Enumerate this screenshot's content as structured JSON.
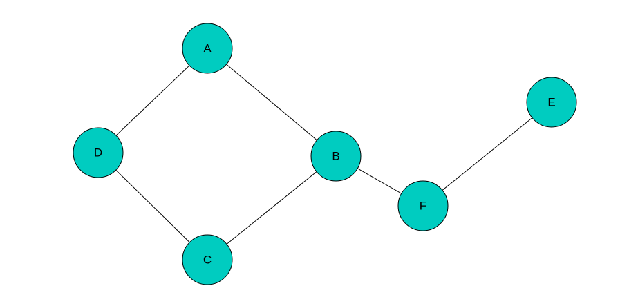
{
  "graph": {
    "node_color": "#00CCC0",
    "edge_color": "#000000",
    "nodes": [
      {
        "id": "A",
        "label": "A"
      },
      {
        "id": "B",
        "label": "B"
      },
      {
        "id": "C",
        "label": "C"
      },
      {
        "id": "D",
        "label": "D"
      },
      {
        "id": "E",
        "label": "E"
      },
      {
        "id": "F",
        "label": "F"
      }
    ],
    "edges": [
      {
        "from": "A",
        "to": "D"
      },
      {
        "from": "A",
        "to": "B"
      },
      {
        "from": "D",
        "to": "C"
      },
      {
        "from": "C",
        "to": "B"
      },
      {
        "from": "B",
        "to": "F"
      },
      {
        "from": "F",
        "to": "E"
      }
    ]
  }
}
